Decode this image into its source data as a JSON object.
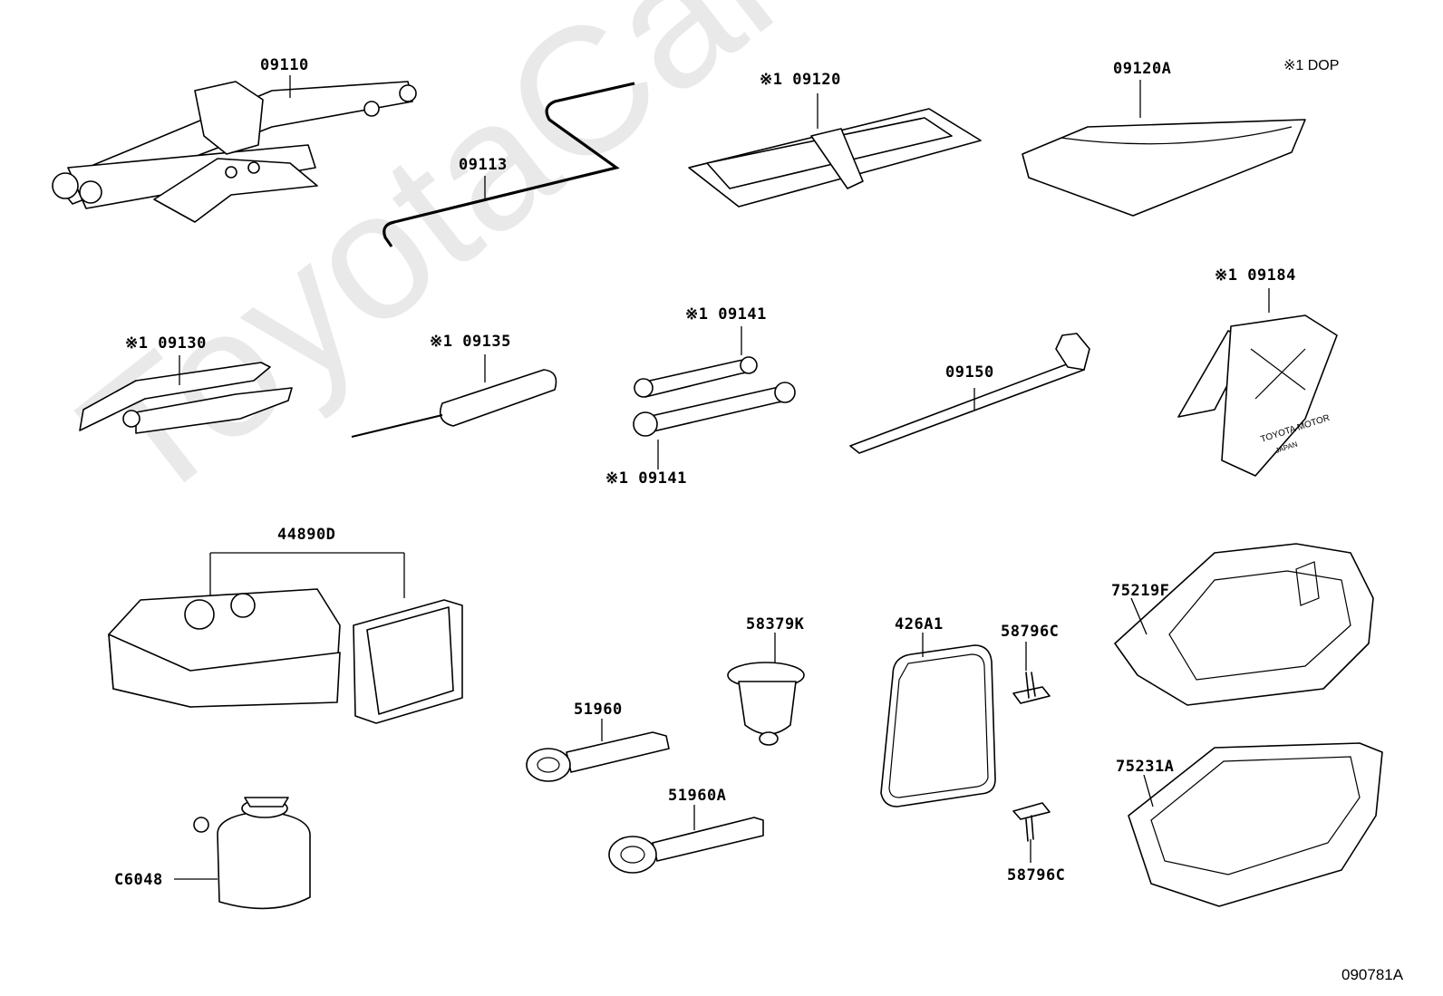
{
  "watermark": "ToyotaCarMine.ru",
  "footnote": "※1 DOP",
  "diagram_code": "090781A",
  "parts": {
    "jack": "09110",
    "jack_handle": "09113",
    "tool_bag": "※1 09120",
    "cover": "09120A",
    "pliers": "※1 09130",
    "screwdriver": "※1 09135",
    "wrench_upper": "※1 09141",
    "wrench_lower": "※1 09141",
    "lug_wrench": "09150",
    "warning_triangle": "※1 09184",
    "repair_kit": "44890D",
    "cap": "58379K",
    "gasket": "426A1",
    "clip_upper": "58796C",
    "clip_lower": "58796C",
    "tray_upper": "75219F",
    "tray_lower": "75231A",
    "towing_eye": "51960",
    "towing_eye_alt": "51960A",
    "sealant_bottle": "C6048"
  }
}
